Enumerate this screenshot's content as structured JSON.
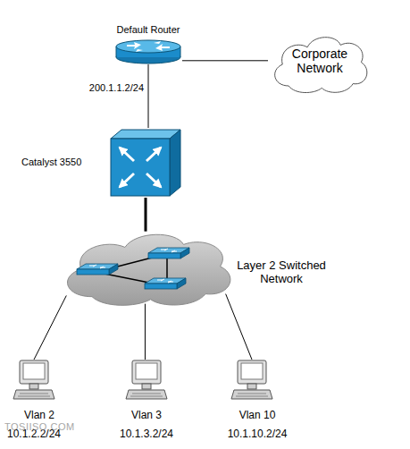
{
  "diagram": {
    "nodes": [
      {
        "text": [
          "Default Router"
        ]
      },
      {
        "text": [
          "Corporate Network"
        ]
      },
      {
        "text": [
          "Catalyst 3550"
        ]
      },
      {
        "text": [
          "Layer 2 Switched Network"
        ]
      },
      {
        "text": [
          "Vlan 2",
          "10.1.2.2/24"
        ]
      },
      {
        "text": [
          "Vlan 3",
          "10.1.3.2/24"
        ]
      },
      {
        "text": [
          "Vlan 10",
          "10.1.10.2/24"
        ]
      }
    ],
    "edges": [
      {
        "from": 0,
        "to": 1,
        "arrow": "none"
      },
      {
        "from": 0,
        "to": 2,
        "label": "200.1.1.2/24",
        "arrow": "none"
      },
      {
        "from": 2,
        "to": 3,
        "arrow": "none"
      },
      {
        "from": 3,
        "to": 4,
        "arrow": "none"
      },
      {
        "from": 3,
        "to": 5,
        "arrow": "none"
      },
      {
        "from": 3,
        "to": 6,
        "arrow": "none"
      }
    ],
    "labels": [
      "TOSIISO.COM"
    ]
  }
}
